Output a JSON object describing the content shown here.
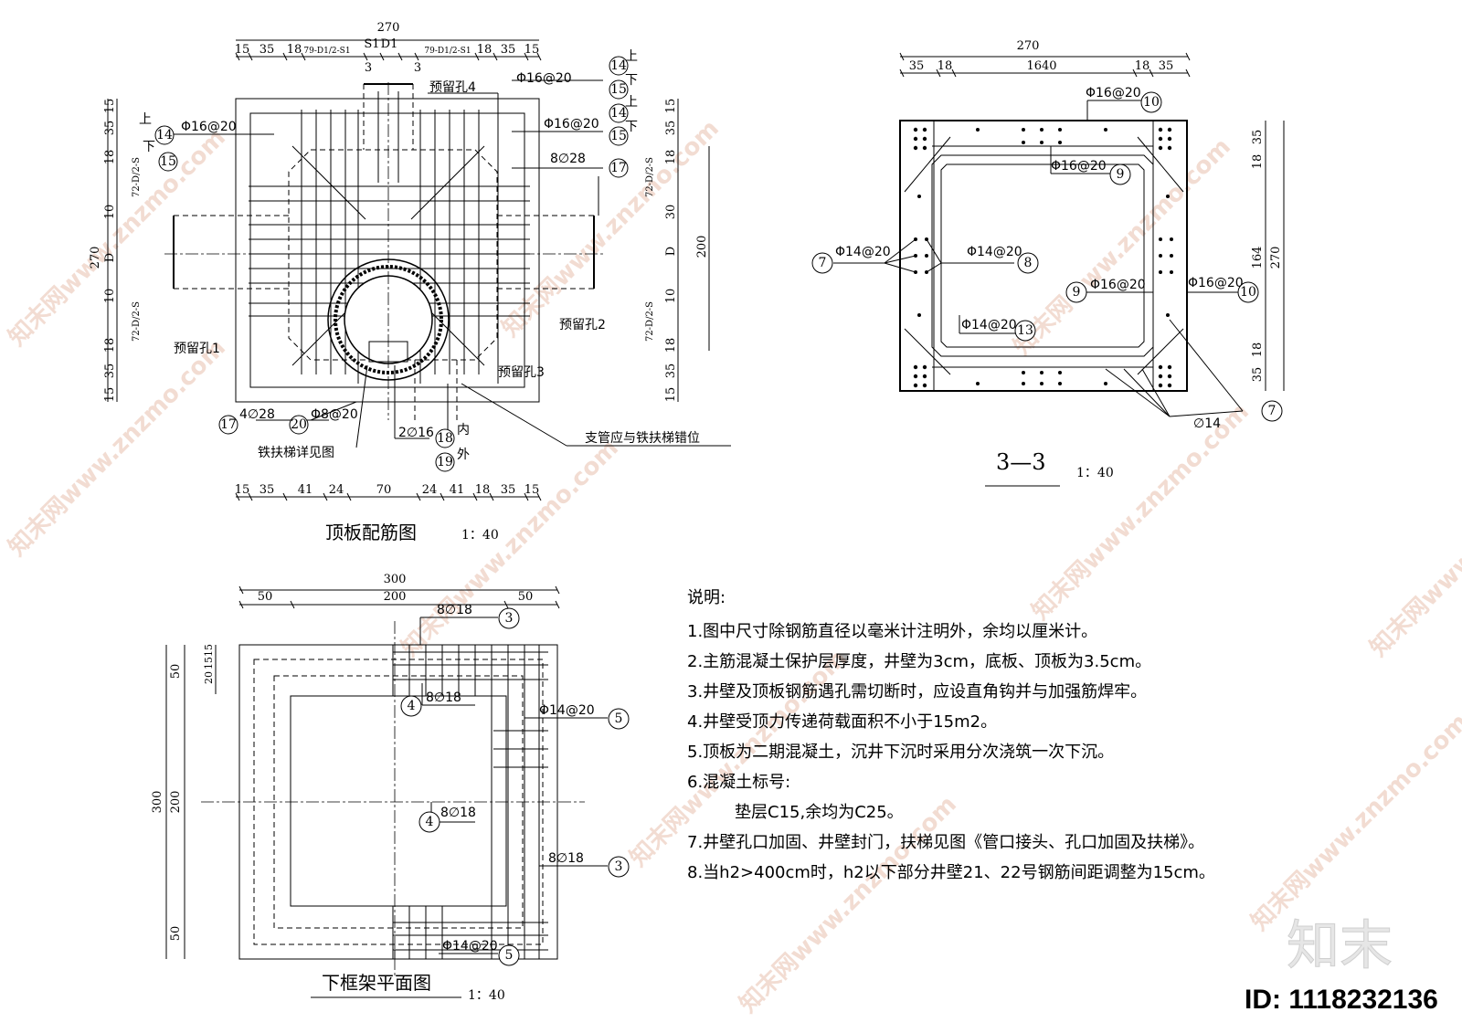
{
  "watermark": {
    "text": "知末网www.znzmo.com",
    "logo": "知末",
    "id": "ID: 1118232136"
  },
  "top_plate": {
    "title": "顶板配筋图",
    "scale": "1：40",
    "top_overall": "270",
    "top_dims": [
      "15",
      "35",
      "18",
      "79-D1/2-S1",
      "D1",
      "S1",
      "79-D1/2-S1",
      "18",
      "35",
      "15"
    ],
    "s1_marks": [
      "3",
      "3"
    ],
    "bottom_dims": [
      "15",
      "35",
      "41",
      "24",
      "70",
      "24",
      "41",
      "18",
      "35",
      "15"
    ],
    "left_overall": "270",
    "left_dims": [
      "15",
      "35",
      "18",
      "72-D/2-S",
      "10",
      "D",
      "10",
      "72-D/2-S",
      "18",
      "35",
      "15"
    ],
    "right_overall": "200",
    "right_dims": [
      "15",
      "35",
      "18",
      "72-D/2-S",
      "30",
      "D",
      "10",
      "72-D/2-S",
      "18",
      "35",
      "15"
    ],
    "labels": {
      "hole1": "预留孔1",
      "hole2": "预留孔2",
      "hole3": "预留孔3",
      "hole4": "预留孔4",
      "rebar_16_20": "Φ16@20",
      "rebar_8_28": "8∅28",
      "rebar_4_28": "4∅28",
      "rebar_8_20": "Φ8@20",
      "rebar_2_16": "2∅16",
      "ladder": "铁扶梯详见图",
      "branch": "支管应与铁扶梯错位",
      "up": "上",
      "down": "下",
      "inner": "内",
      "outer": "外"
    },
    "bubbles": [
      "14",
      "15",
      "14",
      "15",
      "14",
      "15",
      "17",
      "17",
      "20",
      "18",
      "19"
    ]
  },
  "section_3_3": {
    "title": "3—3",
    "scale": "1：40",
    "top_overall": "270",
    "top_dims": [
      "35",
      "18",
      "1640",
      "18",
      "35"
    ],
    "right_overall": "270",
    "right_dims": [
      "35",
      "18",
      "164",
      "18",
      "35"
    ],
    "labels": {
      "r16_20": "Φ16@20",
      "r14_20": "Φ14@20",
      "r14": "∅14"
    },
    "bubbles": [
      "10",
      "9",
      "7",
      "8",
      "9",
      "10",
      "13",
      "7"
    ]
  },
  "bottom_frame": {
    "title": "下框架平面图",
    "scale": "1：40",
    "top_overall": "300",
    "top_dims": [
      "50",
      "200",
      "50"
    ],
    "left_overall": "300",
    "left_dims": [
      "50",
      "200",
      "50"
    ],
    "left_small": [
      "15",
      "15",
      "20"
    ],
    "labels": {
      "r8_18": "8∅18",
      "r14_20": "Φ14@20"
    },
    "bubbles": [
      "3",
      "4",
      "5",
      "4",
      "3",
      "5"
    ]
  },
  "notes": {
    "heading": "说明:",
    "lines": [
      "1.图中尺寸除钢筋直径以毫米计注明外，余均以厘米计。",
      "2.主筋混凝土保护层厚度，井壁为3cm，底板、顶板为3.5cm。",
      "3.井壁及顶板钢筋遇孔需切断时，应设直角钩并与加强筋焊牢。",
      "4.井壁受顶力传递荷载面积不小于15m2。",
      "5.顶板为二期混凝土，沉井下沉时采用分次浇筑一次下沉。",
      "6.混凝土标号:",
      "垫层C15,余均为C25。",
      "7.井壁孔口加固、井壁封门，扶梯见图《管口接头、孔口加固及扶梯》。",
      "8.当h2>400cm时，h2以下部分井壁21、22号钢筋间距调整为15cm。"
    ]
  }
}
